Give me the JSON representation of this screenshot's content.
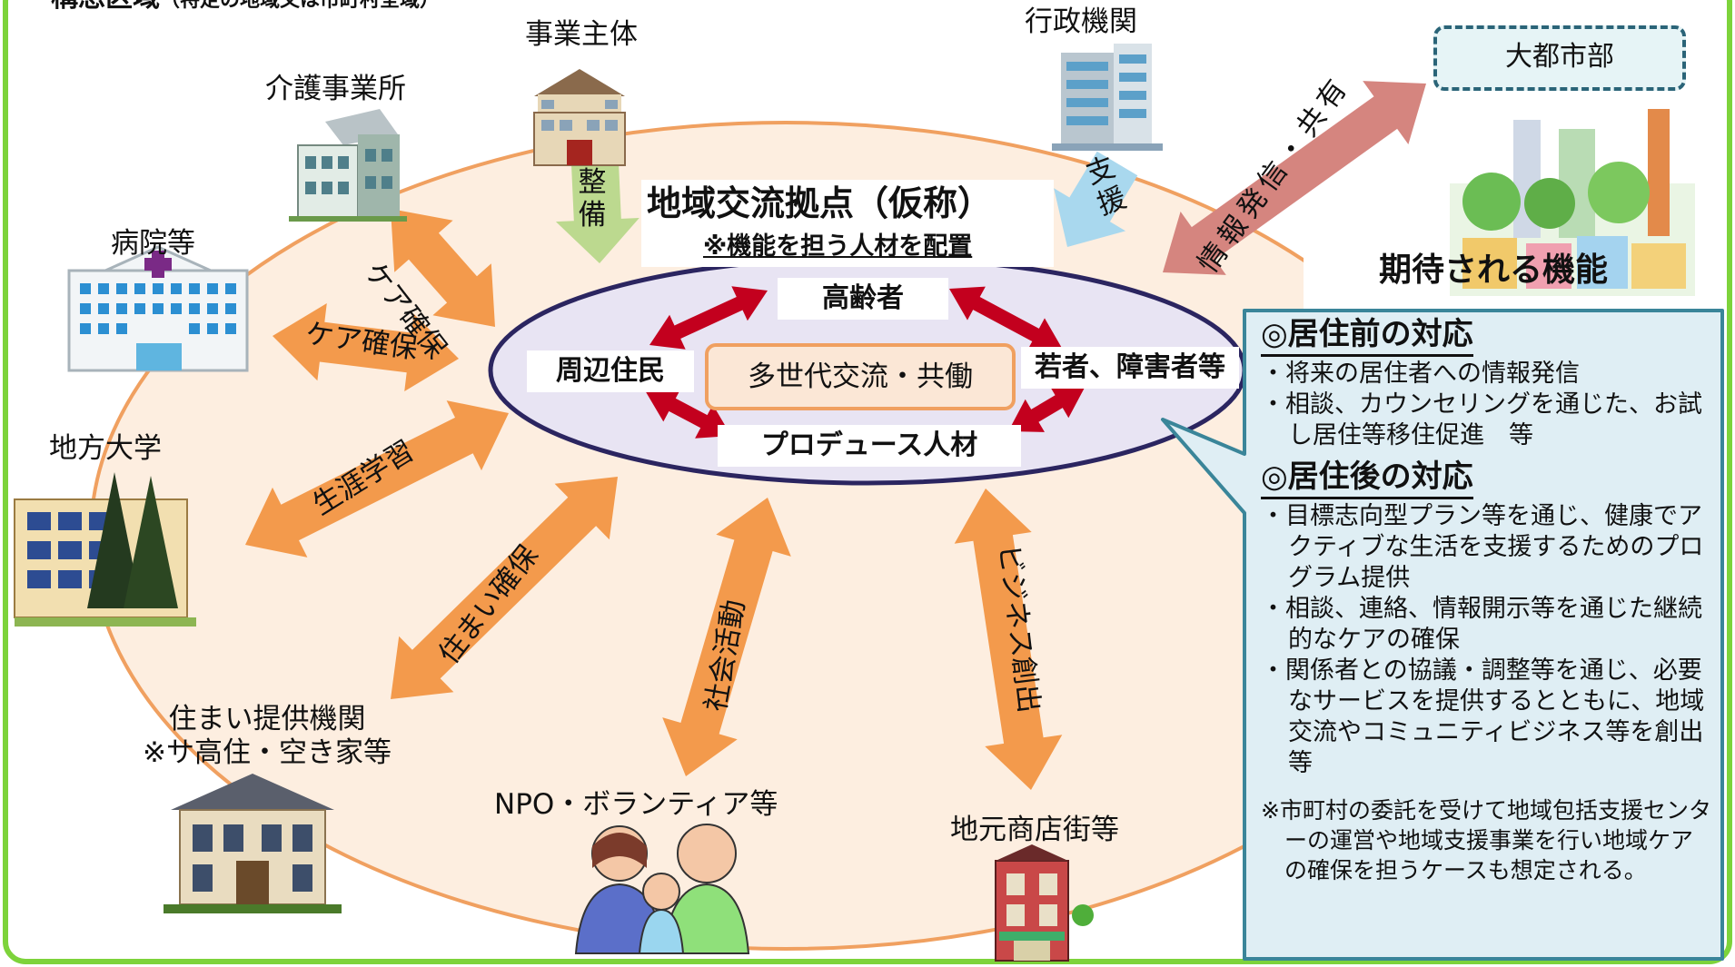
{
  "header": {
    "partial_title": "構想区域",
    "partial_subtitle": "（特定の地域又は市町村全域）"
  },
  "hub": {
    "title": "地域交流拠点（仮称）",
    "subtitle": "※機能を担う人材を配置",
    "center": "多世代交流・共働",
    "nodes": {
      "top": "高齢者",
      "left": "周辺住民",
      "right": "若者、障害者等",
      "bottom": "プロデュース人材"
    }
  },
  "entities": {
    "business": "事業主体",
    "government": "行政機関",
    "care_office": "介護事業所",
    "hospital": "病院等",
    "university": "地方大学",
    "housing_1": "住まい提供機関",
    "housing_2": "※サ高住・空き家等",
    "npo": "NPO・ボランティア等",
    "shops": "地元商店街等",
    "metro": "大都市部"
  },
  "arrows": {
    "seibi": "整備",
    "shien": "支援",
    "care1": "ケア確保",
    "care2": "ケア確保",
    "lifelong": "生涯学習",
    "housing": "住まい確保",
    "social": "社会活動",
    "business": "ビジネス創出",
    "info": "情報発信・共有"
  },
  "expected": {
    "title": "期待される機能",
    "pre_heading": "◎居住前の対応",
    "pre_items": [
      "・将来の居住者への情報発信",
      "・相談、カウンセリングを通じた、お試し居住等移住促進　等"
    ],
    "post_heading": "◎居住後の対応",
    "post_items": [
      "・目標志向型プラン等を通じ、健康でアクティブな生活を支援するためのプログラム提供",
      "・相談、連絡、情報開示等を通じた継続的なケアの確保",
      "・関係者との協議・調整等を通じ、必要なサービスを提供するとともに、地域交流やコミュニティビジネス等を創出　等"
    ],
    "note": "※市町村の委託を受けて地域包括支援センターの運営や地域支援事業を行い地域ケアの確保を担うケースも想定される。"
  },
  "colors": {
    "frame_green": "#7dd33b",
    "region_fill": "#fdeee0",
    "region_stroke": "#f0a060",
    "hub_fill": "#e8e4f3",
    "hub_stroke": "#2b2560",
    "orange_arrow": "#f39a4c",
    "red_arrow": "#c3001e",
    "pink_arrow": "#d5857f",
    "green_arrow": "#bcd98f",
    "blue_arrow": "#a9d8ee",
    "bubble_fill": "#dfeef4",
    "bubble_stroke": "#3a8599"
  }
}
